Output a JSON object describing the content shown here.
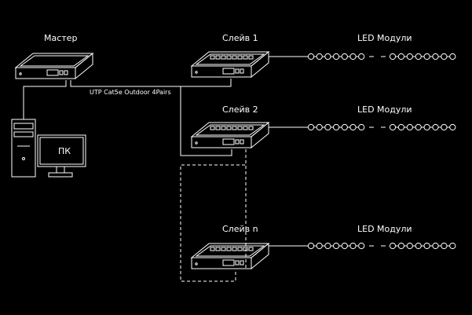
{
  "labels": {
    "master": "Мастер",
    "slave1": "Слейв 1",
    "slave2": "Слейв 2",
    "slaven": "Слейв n",
    "led1": "LED Модули",
    "led2": "LED Модули",
    "led3": "LED Модули",
    "cable": "UTP Cat5e Outdoor 4Pairs",
    "pc": "ПК"
  },
  "colors": {
    "background": "#000000",
    "line": "#ffffff"
  },
  "icons": [
    "controller-box-icon",
    "pc-tower-icon",
    "monitor-icon",
    "led-module-icon"
  ]
}
